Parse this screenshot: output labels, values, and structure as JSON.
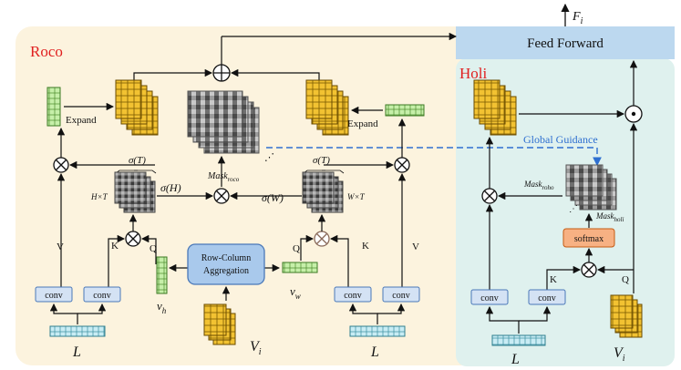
{
  "panels": {
    "roco_title": "Roco",
    "holi_title": "Holi"
  },
  "output": {
    "label": "F",
    "sub": "i"
  },
  "ffn": {
    "label": "Feed Forward"
  },
  "rca": {
    "line1": "Row-Column",
    "line2": "Aggregation"
  },
  "softmax": {
    "label": "softmax"
  },
  "conv": "conv",
  "expand": "Expand",
  "global_guidance": "Global Guidance",
  "ops": {
    "plus": "⊕",
    "times": "⊗",
    "dot": "⊙"
  },
  "labels": {
    "V": "V",
    "K": "K",
    "Q": "Q",
    "L": "L",
    "Vi": "V",
    "Vi_sub": "i",
    "vh": "v",
    "vh_sub": "h",
    "vw": "v",
    "vw_sub": "w",
    "sigmaT": "σ(T)",
    "sigmaH": "σ(H)",
    "sigmaW": "σ(W)",
    "HxT": "H×T",
    "WxT": "W×T",
    "mask_roco": "Mask",
    "mask_roco_sub": "roco",
    "mask_roho": "Mask",
    "mask_roho_sub": "roho",
    "mask_holi": "Mask",
    "mask_holi_sub": "holi",
    "ellipsis": "⋰"
  },
  "colors": {
    "roco_bg": "#fcf3de",
    "holi_bg": "#dff1ee",
    "ffn_bg": "#bcd8ef",
    "rca_bg": "#a9c9ec",
    "rca_border": "#4a78b8",
    "conv_bg": "#d4e2f4",
    "softmax_bg": "#f7b183",
    "softmax_border": "#c55a11",
    "text_token": "#c8ecf4",
    "green_vec": "#c6efa9",
    "yellow": "#f2c232"
  }
}
